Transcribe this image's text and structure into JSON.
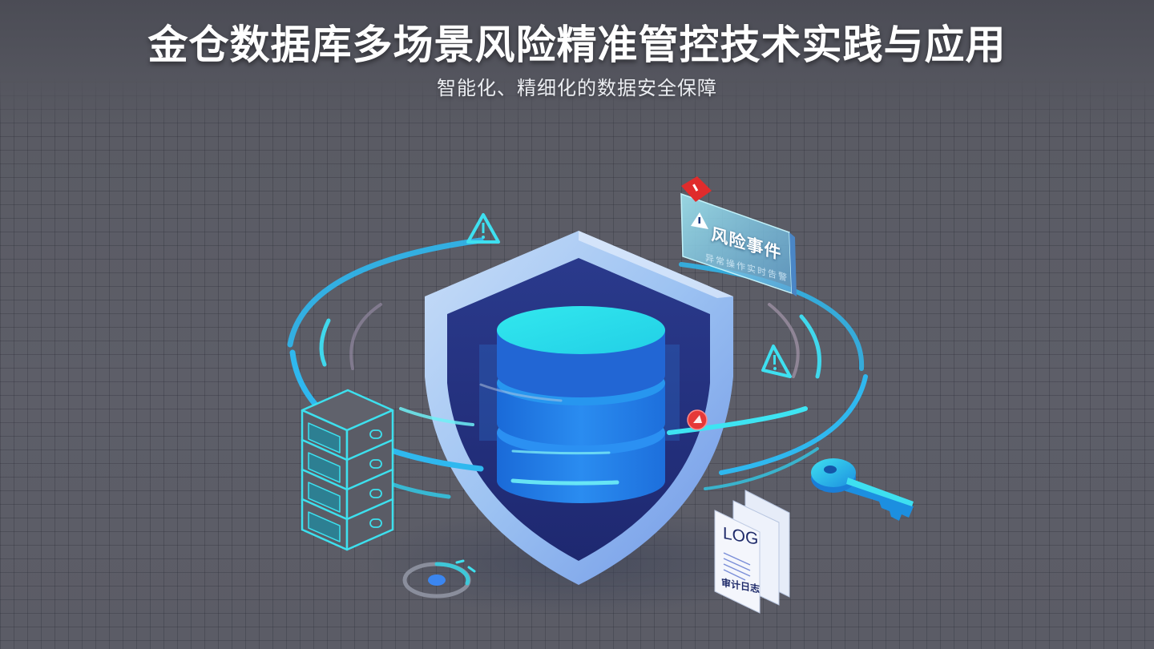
{
  "header": {
    "title": "金仓数据库多场景风险精准管控技术实践与应用",
    "subtitle": "智能化、精细化的数据安全保障"
  },
  "illustration": {
    "center": {
      "icon": "database-shield-icon",
      "shield_colors": {
        "frame": "#8ab4ee",
        "inner": "#253283"
      },
      "database_colors": {
        "top": "#2ee6ee",
        "body": "#1f7ae0"
      }
    },
    "risk_event_card": {
      "icon": "warning-icon",
      "badge_icon": "alert-badge-icon",
      "title": "风险事件",
      "subtitle": "异常操作实时告警"
    },
    "log_document": {
      "label": "LOG",
      "footer": "审计日志"
    },
    "decorations": [
      {
        "name": "warning-triangle-top-left",
        "icon": "warning-icon"
      },
      {
        "name": "warning-triangle-right",
        "icon": "warning-icon"
      },
      {
        "name": "server-rack",
        "icon": "server-icon"
      },
      {
        "name": "security-key",
        "icon": "key-icon"
      },
      {
        "name": "alarm-indicator",
        "icon": "alarm-icon"
      },
      {
        "name": "timer-ring",
        "icon": "timer-icon"
      }
    ],
    "accent_colors": {
      "cyan": "#38d8f0",
      "blue": "#2a8cf0",
      "alert_red": "#e53838",
      "background": "#5c5d67"
    }
  }
}
